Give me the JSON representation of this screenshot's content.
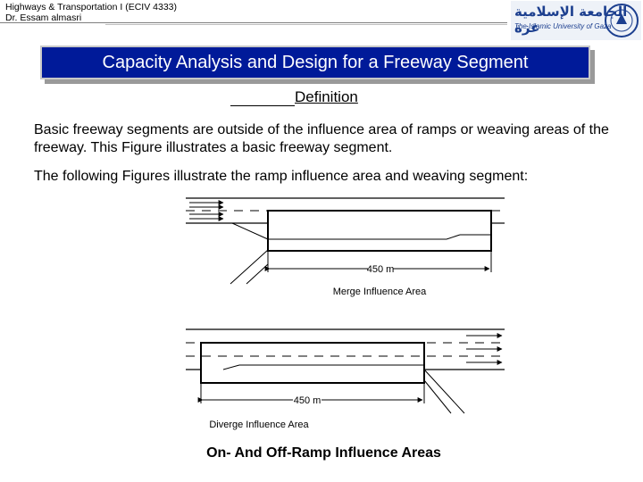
{
  "header": {
    "course": "Highways & Transportation I (ECIV 4333)",
    "author": "Dr. Essam almasri",
    "logo_arabic": "الجامعة الإسلامية غزة",
    "logo_english": "The Islamic University of Gaza"
  },
  "slide": {
    "title": "Capacity Analysis and Design for a Freeway Segment",
    "subtitle": "Definition",
    "paragraph1": "Basic freeway segments are outside of the influence area of ramps or weaving areas of the freeway. This Figure illustrates a basic freeway segment.",
    "paragraph2": "The following Figures illustrate the ramp influence area and weaving segment:",
    "caption": "On- And Off-Ramp Influence Areas"
  },
  "figures": {
    "merge": {
      "distance": "450 m",
      "label": "Merge Influence Area"
    },
    "diverge": {
      "distance": "450 m",
      "label": "Diverge Influence Area"
    }
  },
  "colors": {
    "title_bg": "#001a99",
    "title_text": "#ffffff"
  },
  "icons": {
    "seal": "university-seal-icon",
    "arrow": "traffic-arrow-icon"
  }
}
